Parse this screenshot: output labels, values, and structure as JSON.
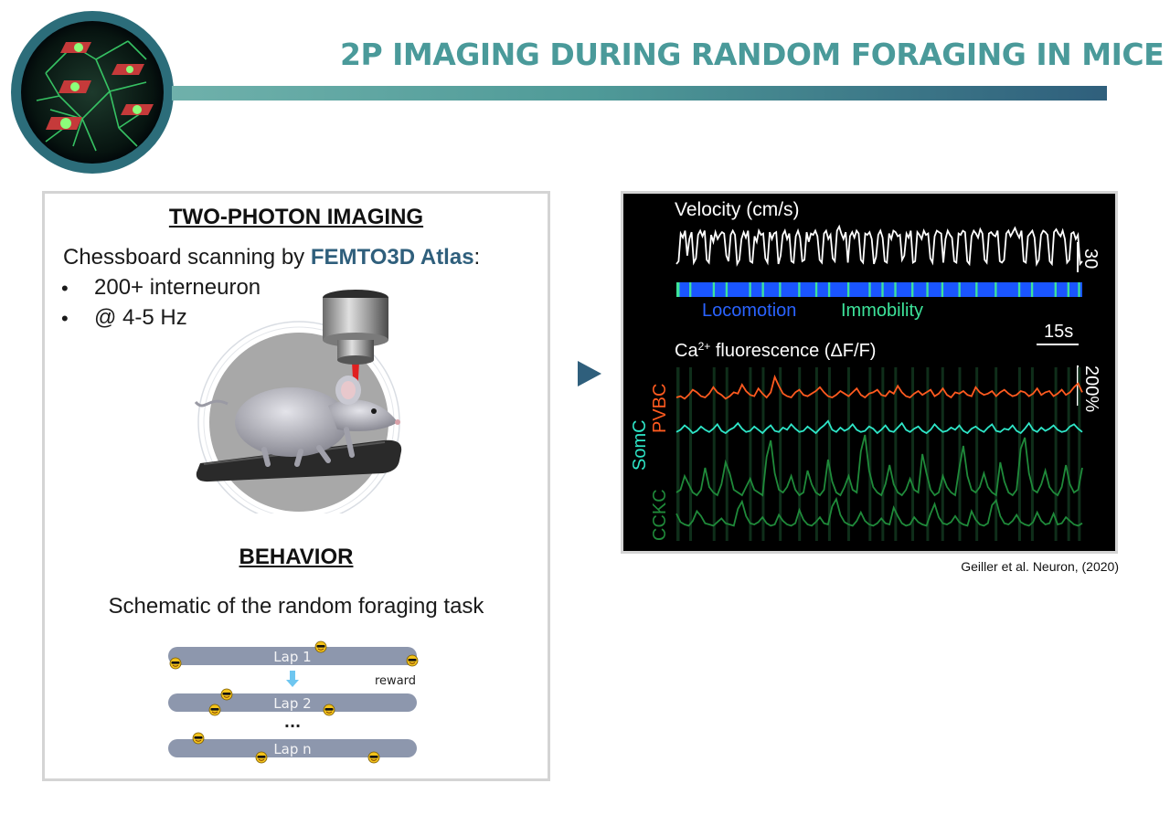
{
  "header": {
    "title": "2P IMAGING DURING RANDOM FORAGING IN MICE"
  },
  "logo": {
    "icon": "neuron-network-icon"
  },
  "left_panel": {
    "imaging_heading": "TWO-PHOTON IMAGING",
    "scan_prefix": "Chessboard scanning by ",
    "scan_product": "FEMTO3D Atlas",
    "scan_suffix": ":",
    "bullets": [
      "200+ interneuron",
      "@ 4-5 Hz"
    ],
    "behavior_heading": "BEHAVIOR",
    "behavior_caption": "Schematic of the random foraging task",
    "laps": {
      "labels": [
        "Lap 1",
        "Lap 2",
        "Lap n"
      ],
      "reward_label": "reward",
      "ellipsis": "...",
      "reward_icon": "sunglasses-face-icon"
    },
    "illustration_icon": "mouse-on-treadmill-icon"
  },
  "next_arrow": {
    "icon": "play-arrow-icon"
  },
  "chart_data": {
    "type": "line",
    "title": "",
    "panels": {
      "velocity": {
        "label": "Velocity (cm/s)",
        "scale_label": "30",
        "unit": "cm/s",
        "samples": [
          6,
          8,
          28,
          25,
          30,
          12,
          24,
          29,
          7,
          10,
          27,
          30,
          26,
          30,
          9,
          7,
          27,
          22,
          29,
          24,
          27,
          29,
          28,
          12,
          8,
          27,
          30,
          27,
          6,
          9,
          24,
          29,
          25,
          30,
          8,
          7,
          26,
          22,
          30,
          27,
          28,
          10,
          7,
          29,
          24,
          28,
          29,
          6,
          12,
          27,
          30,
          24,
          28,
          8,
          7,
          26,
          30,
          25,
          8,
          9,
          29,
          22,
          28,
          27,
          30,
          26,
          9,
          7,
          28,
          30,
          24,
          27,
          10,
          8,
          30,
          33,
          28,
          24,
          29,
          7,
          26,
          29,
          25,
          30,
          28,
          9,
          7,
          28,
          27,
          29,
          24,
          6,
          11,
          27,
          30,
          25,
          8,
          7,
          28,
          24,
          30,
          29,
          26,
          27,
          9,
          12,
          28,
          25,
          30,
          7,
          8,
          29,
          27,
          24,
          30,
          27,
          28,
          10,
          7,
          26,
          30,
          29,
          28,
          7,
          24,
          30,
          27,
          25,
          8,
          7,
          28,
          27,
          30,
          29,
          8,
          6,
          26,
          30,
          28,
          25,
          31,
          28,
          9,
          7,
          28,
          29,
          27,
          26,
          30,
          8,
          7,
          9,
          28,
          30,
          26,
          29,
          32,
          28,
          25,
          30,
          8,
          7,
          26,
          28,
          30,
          25,
          6,
          9,
          27,
          30,
          29,
          27,
          8,
          6,
          29,
          31,
          28,
          26,
          30,
          24,
          7,
          9,
          28,
          29,
          24,
          27,
          6,
          8
        ]
      },
      "state_bar": {
        "categories": [
          "Locomotion",
          "Immobility"
        ],
        "colors": {
          "Locomotion": "#1a55ff",
          "Immobility": "#3de39a"
        },
        "immobility_intervals_s": [
          [
            0,
            1.2
          ],
          [
            4.8,
            5.6
          ],
          [
            13.6,
            14.4
          ],
          [
            18.4,
            19.2
          ],
          [
            27.2,
            28.0
          ],
          [
            32.0,
            32.8
          ],
          [
            38.4,
            39.2
          ],
          [
            45.6,
            46.4
          ],
          [
            52.0,
            52.8
          ],
          [
            56.8,
            57.6
          ],
          [
            64.0,
            64.8
          ],
          [
            72.0,
            72.8
          ],
          [
            76.8,
            77.6
          ],
          [
            81.6,
            82.4
          ],
          [
            88.0,
            88.8
          ],
          [
            93.6,
            94.4
          ],
          [
            99.2,
            100.0
          ],
          [
            105.6,
            106.4
          ],
          [
            112.0,
            112.8
          ],
          [
            119.2,
            120.0
          ],
          [
            128.0,
            128.8
          ],
          [
            132.8,
            133.6
          ],
          [
            141.6,
            142.4
          ],
          [
            146.4,
            147.2
          ],
          [
            150.4,
            151.2
          ]
        ],
        "duration_s": 152
      },
      "time_scale_label": "15s",
      "fluorescence": {
        "label_prefix": "Ca",
        "label_sup": "2+",
        "label_suffix": " fluorescence (ΔF/F)",
        "scale_label": "200%",
        "series": [
          {
            "name": "PVBC",
            "color": "#ff5a1f",
            "values": [
              0.5,
              0.6,
              0.4,
              0.7,
              1.1,
              0.9,
              0.6,
              0.5,
              0.8,
              1.3,
              0.9,
              0.7,
              0.4,
              0.6,
              0.9,
              0.8,
              1.5,
              1.0,
              0.7,
              0.6,
              1.2,
              0.8,
              0.5,
              0.9,
              2.1,
              1.4,
              0.8,
              0.6,
              0.5,
              0.9,
              1.1,
              0.7,
              0.6,
              0.8,
              1.0,
              1.3,
              0.9,
              0.6,
              0.5,
              0.7,
              1.0,
              0.8,
              0.6,
              0.9,
              1.2,
              0.7,
              0.5,
              0.8,
              0.9,
              1.1,
              0.7,
              0.6,
              1.0,
              0.8,
              1.4,
              0.9,
              0.6,
              0.5,
              0.8,
              1.0,
              0.7,
              0.9,
              1.1,
              0.6,
              0.8,
              1.2,
              0.7,
              0.5,
              0.9,
              0.8,
              1.0,
              0.7,
              0.6,
              1.3,
              0.9,
              0.7,
              0.8,
              1.0,
              0.6,
              0.9,
              1.1,
              0.8,
              0.6,
              0.7,
              1.0,
              0.9,
              0.6,
              0.8,
              1.2,
              0.7,
              0.9,
              1.0,
              0.6,
              0.8,
              1.1,
              0.7,
              0.9,
              1.3,
              1.6,
              0.9
            ]
          },
          {
            "name": "SomC",
            "color": "#2ee6c8",
            "values": [
              0.6,
              0.8,
              1.2,
              0.9,
              0.5,
              0.7,
              1.1,
              0.8,
              0.6,
              0.9,
              1.3,
              0.7,
              0.5,
              0.8,
              1.0,
              1.4,
              0.9,
              0.6,
              0.7,
              1.1,
              0.8,
              0.5,
              0.9,
              1.2,
              0.7,
              0.6,
              1.0,
              0.8,
              1.3,
              0.9,
              0.6,
              0.7,
              1.1,
              0.8,
              0.5,
              0.9,
              1.2,
              1.6,
              0.8,
              0.6,
              1.0,
              0.7,
              0.9,
              1.3,
              0.8,
              0.6,
              0.7,
              1.1,
              0.9,
              0.5,
              0.8,
              1.2,
              0.7,
              0.6,
              1.0,
              1.4,
              0.8,
              0.6,
              0.9,
              1.1,
              0.7,
              0.5,
              0.8,
              1.3,
              0.9,
              0.6,
              0.7,
              1.0,
              0.8,
              1.2,
              0.7,
              0.5,
              0.9,
              1.1,
              0.8,
              0.6,
              1.0,
              1.3,
              0.7,
              0.6,
              0.9,
              0.8,
              1.2,
              0.7,
              0.5,
              0.9,
              1.4,
              0.8,
              0.6,
              1.0,
              0.7,
              0.9,
              1.2,
              0.8,
              0.6,
              0.7,
              1.1,
              1.3,
              0.9,
              0.6
            ]
          },
          {
            "name": "CCKC",
            "color": "#1f8a3a",
            "values": [
              0.3,
              0.4,
              0.9,
              0.6,
              0.3,
              0.2,
              0.4,
              1.2,
              0.5,
              0.3,
              0.2,
              0.6,
              1.4,
              1.0,
              0.4,
              0.3,
              0.2,
              0.5,
              0.8,
              0.4,
              0.3,
              0.2,
              1.6,
              2.2,
              1.0,
              0.4,
              0.3,
              0.5,
              0.9,
              0.4,
              0.2,
              0.3,
              1.1,
              0.6,
              0.3,
              0.2,
              0.4,
              1.5,
              0.7,
              0.3,
              0.2,
              0.5,
              0.9,
              0.4,
              0.3,
              1.8,
              2.4,
              1.1,
              0.5,
              0.3,
              0.2,
              0.6,
              1.3,
              0.6,
              0.3,
              0.2,
              0.4,
              0.8,
              0.4,
              0.3,
              1.7,
              1.0,
              0.4,
              0.2,
              0.3,
              0.9,
              0.5,
              0.3,
              0.2,
              1.2,
              2.0,
              0.9,
              0.4,
              0.3,
              0.5,
              1.0,
              0.5,
              0.3,
              0.2,
              1.4,
              0.7,
              0.3,
              0.2,
              0.4,
              1.9,
              2.3,
              1.0,
              0.4,
              0.3,
              0.6,
              1.1,
              0.5,
              0.3,
              0.2,
              0.5,
              1.3,
              0.6,
              0.3,
              0.4,
              1.2
            ]
          }
        ]
      }
    }
  },
  "citation": "Geiller et al. Neuron, (2020)"
}
